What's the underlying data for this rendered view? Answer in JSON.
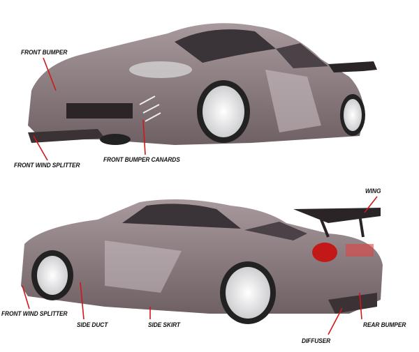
{
  "callouts": {
    "top": {
      "front_bumper": "FRONT BUMPER",
      "front_wind_splitter": "FRONT WIND SPLITTER",
      "front_bumper_canards": "FRONT BUMPER CANARDS"
    },
    "bottom": {
      "wing": "WING",
      "front_wind_splitter": "FRONT WIND SPLITTER",
      "side_duct": "SIDE DUCT",
      "side_skirt": "SIDE SKIRT",
      "diffuser": "DIFFUSER",
      "rear_bumper": "REAR BUMPER"
    }
  },
  "colors": {
    "body": "#8c7b80",
    "leader_line": "#d01818",
    "label_text": "#111111"
  }
}
